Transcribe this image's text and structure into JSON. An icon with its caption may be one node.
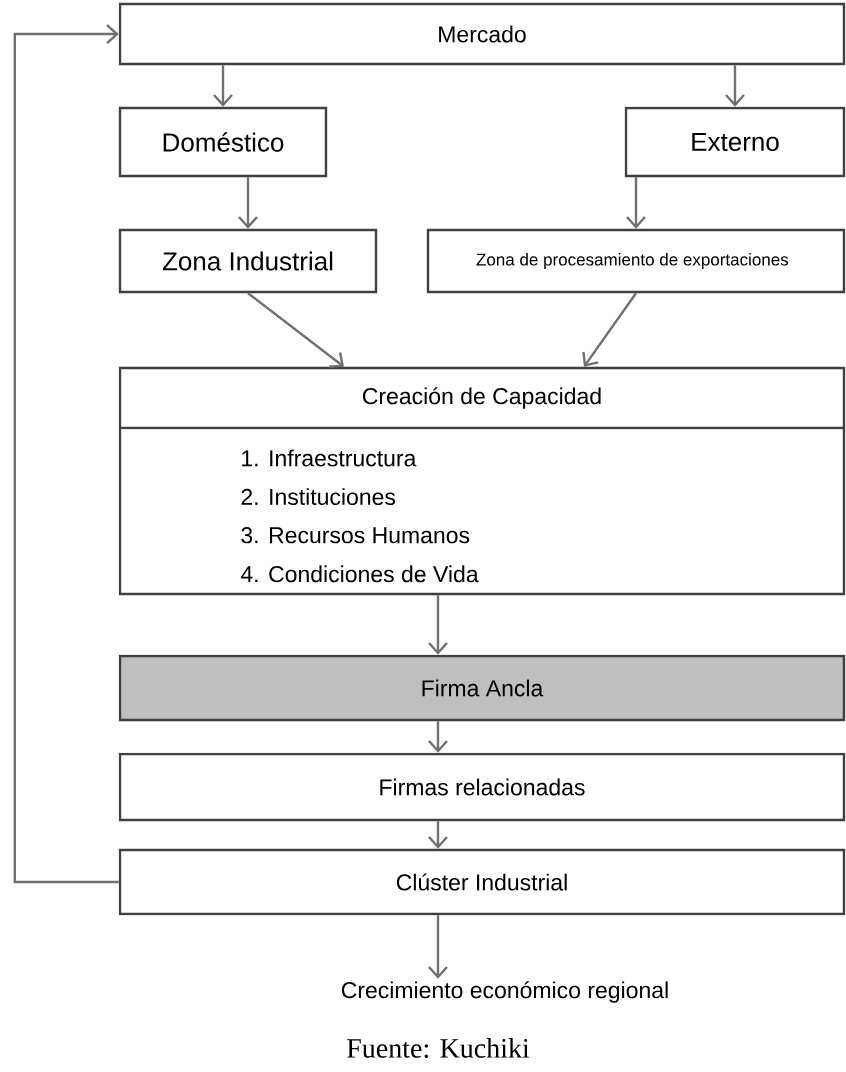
{
  "diagram": {
    "caption": "Fuente: Kuchiki",
    "nodes": [
      {
        "text": [
          "Mercado"
        ]
      },
      {
        "text": [
          "Doméstico"
        ]
      },
      {
        "text": [
          "Externo"
        ]
      },
      {
        "text": [
          "Zona Industrial"
        ]
      },
      {
        "text": [
          "Zona de procesamiento de exportaciones"
        ]
      },
      {
        "text": [
          "Creación de Capacidad",
          "1. Infraestructura",
          "2. Instituciones",
          "3. Recursos Humanos",
          "4. Condiciones de Vida"
        ]
      },
      {
        "text": [
          "Firma Ancla"
        ]
      },
      {
        "text": [
          "Firmas relacionadas"
        ]
      },
      {
        "text": [
          "Clúster Industrial"
        ]
      },
      {
        "text": [
          "Crecimiento económico regional"
        ]
      }
    ],
    "edges": [
      {
        "from": 0,
        "to": 1,
        "arrow": "to"
      },
      {
        "from": 0,
        "to": 2,
        "arrow": "to"
      },
      {
        "from": 1,
        "to": 3,
        "arrow": "to"
      },
      {
        "from": 2,
        "to": 4,
        "arrow": "to"
      },
      {
        "from": 3,
        "to": 5,
        "arrow": "to"
      },
      {
        "from": 4,
        "to": 5,
        "arrow": "to"
      },
      {
        "from": 5,
        "to": 6,
        "arrow": "to"
      },
      {
        "from": 6,
        "to": 7,
        "arrow": "to"
      },
      {
        "from": 7,
        "to": 8,
        "arrow": "to"
      },
      {
        "from": 8,
        "to": 9,
        "arrow": "to"
      },
      {
        "from": 8,
        "to": 0,
        "arrow": "to"
      }
    ]
  }
}
